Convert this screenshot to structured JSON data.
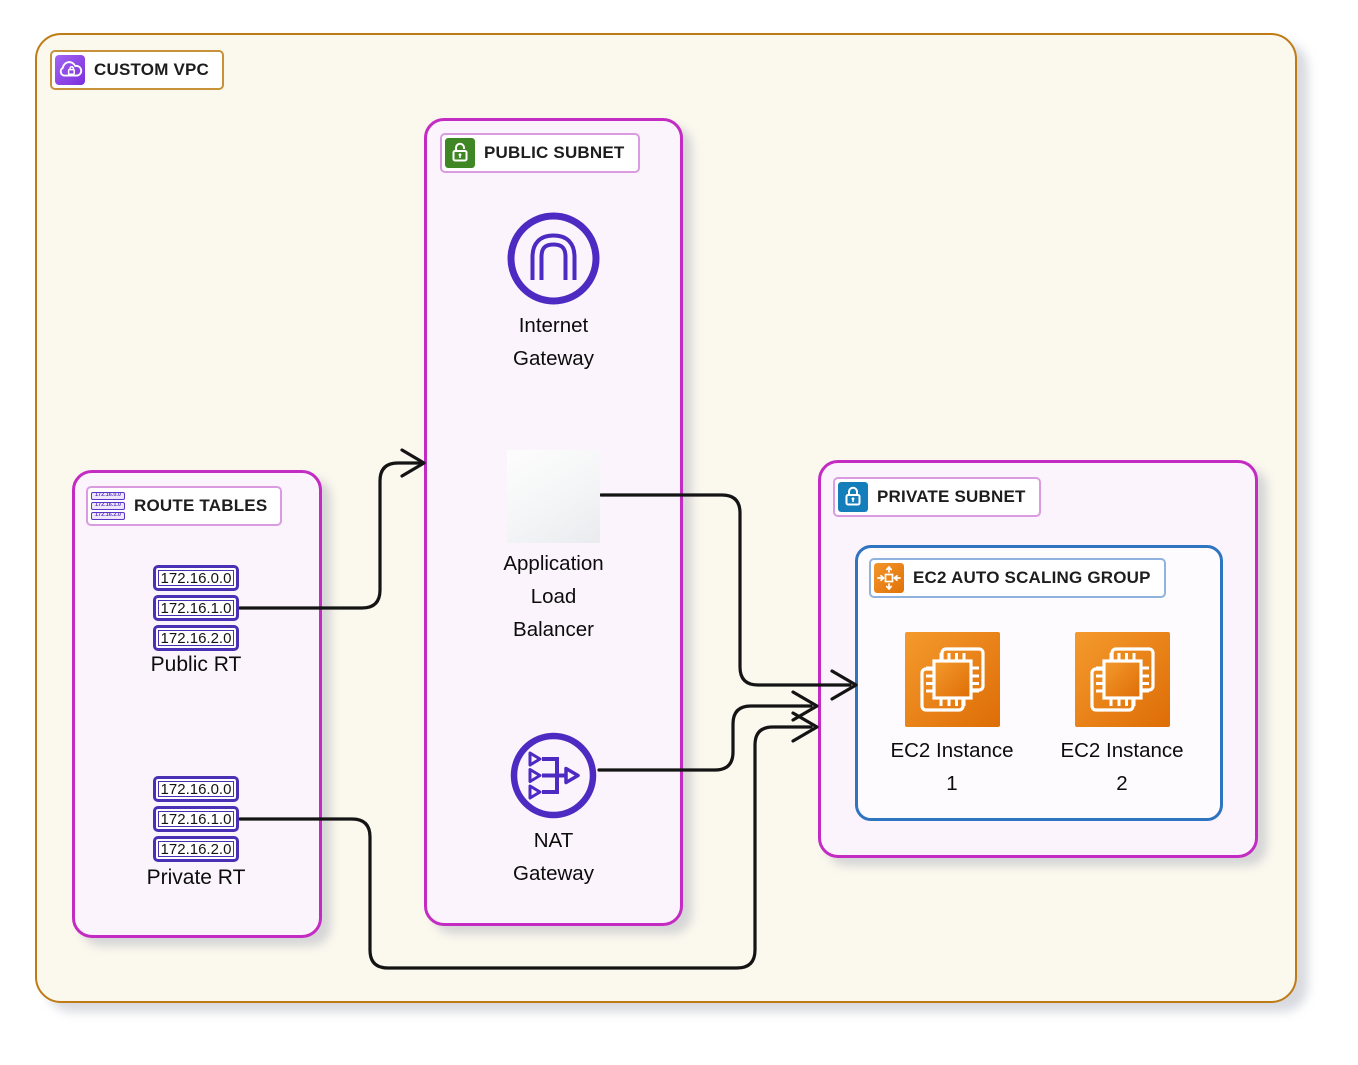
{
  "vpc": {
    "label": "CUSTOM VPC"
  },
  "route_tables": {
    "label": "ROUTE TABLES",
    "public_rt": {
      "label": "Public RT",
      "entries": [
        "172.16.0.0",
        "172.16.1.0",
        "172.16.2.0"
      ]
    },
    "private_rt": {
      "label": "Private RT",
      "entries": [
        "172.16.0.0",
        "172.16.1.0",
        "172.16.2.0"
      ]
    }
  },
  "public_subnet": {
    "label": "PUBLIC SUBNET",
    "internet_gateway": {
      "line1": "Internet",
      "line2": "Gateway"
    },
    "load_balancer": {
      "line1": "Application",
      "line2": "Load",
      "line3": "Balancer"
    },
    "nat_gateway": {
      "line1": "NAT",
      "line2": "Gateway"
    }
  },
  "private_subnet": {
    "label": "PRIVATE SUBNET",
    "auto_scaling_group": {
      "label": "EC2 AUTO SCALING GROUP",
      "instances": [
        {
          "line1": "EC2 Instance",
          "line2": "1"
        },
        {
          "line1": "EC2 Instance",
          "line2": "2"
        }
      ]
    }
  },
  "edges": [
    {
      "from": "public-rt-172.16.1.0",
      "to": "public-subnet"
    },
    {
      "from": "application-load-balancer",
      "to": "ec2-auto-scaling-group"
    },
    {
      "from": "nat-gateway",
      "to": "private-subnet"
    },
    {
      "from": "private-rt-172.16.1.0",
      "to": "private-subnet"
    }
  ],
  "colors": {
    "vpc_fill": "#FBF8EE",
    "vpc_border": "#BF7C16",
    "subnet_fill": "#FBF4FC",
    "subnet_border": "#C32BC3",
    "asg_border": "#2F74C0",
    "ip_box_border": "#4930B4",
    "gateway_purple": "#4D2AC2",
    "public_lock_green": "#3F8624",
    "private_lock_blue": "#147EBA",
    "ec2_orange": "#ED7100",
    "arrow": "#141414"
  }
}
